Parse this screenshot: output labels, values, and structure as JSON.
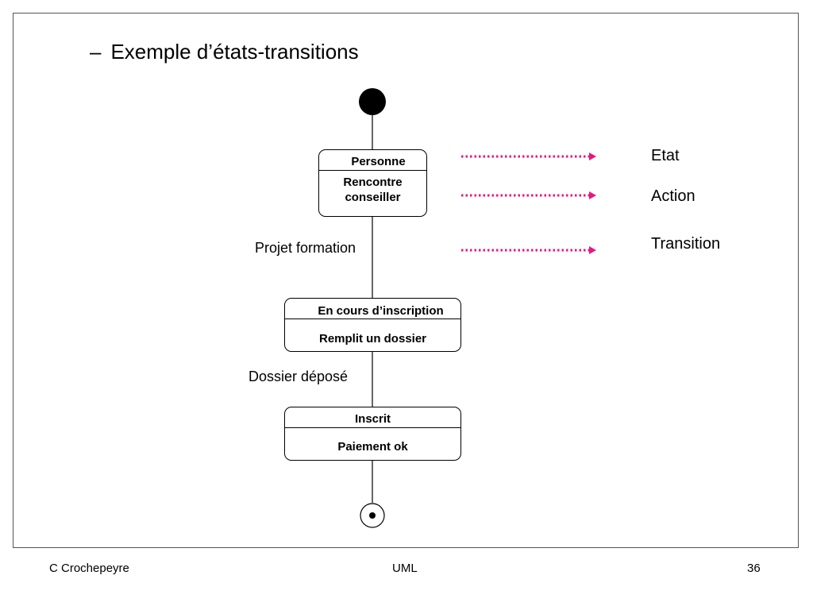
{
  "title": {
    "dash": "–",
    "text": "Exemple d’états-transitions"
  },
  "states": [
    {
      "name": "Personne",
      "action_line1": "Rencontre",
      "action_line2": "conseiller"
    },
    {
      "name": "En cours d’inscription",
      "action": "Remplit un dossier"
    },
    {
      "name": "Inscrit",
      "action": "Paiement ok"
    }
  ],
  "transitions": [
    "Projet formation",
    "Dossier déposé"
  ],
  "legend": [
    {
      "label": "Etat"
    },
    {
      "label": "Action"
    },
    {
      "label": "Transition"
    }
  ],
  "colors": {
    "legend_arrow": "#e8177d",
    "stroke": "#000000",
    "frame": "#555555"
  },
  "footer": {
    "left": "C Crochepeyre",
    "center": "UML",
    "right": "36"
  }
}
